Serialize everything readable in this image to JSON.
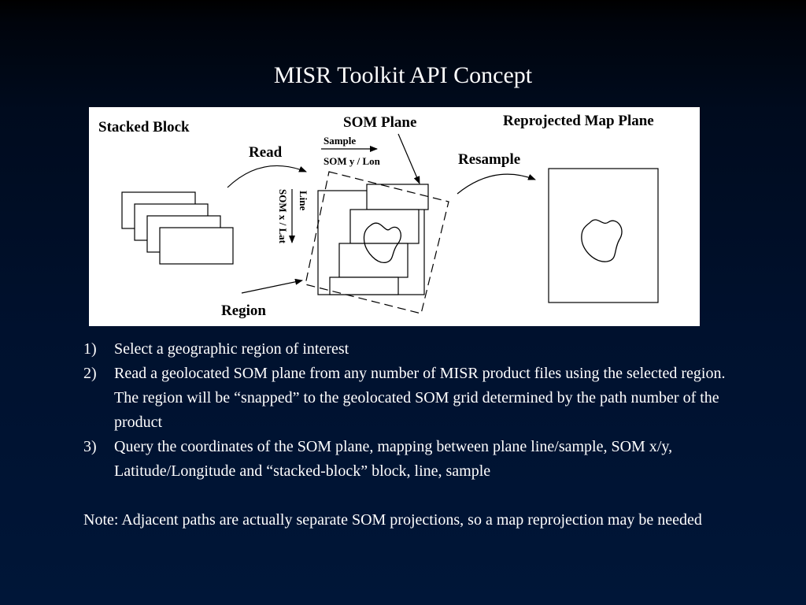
{
  "title": "MISR Toolkit API Concept",
  "diagram": {
    "stacked_block_label": "Stacked Block",
    "read_label": "Read",
    "som_plane_label": "SOM Plane",
    "sample_label": "Sample",
    "som_y_lon_label": "SOM y  /  Lon",
    "line_label": "Line",
    "som_x_lat_label": "SOM x / Lat",
    "resample_label": "Resample",
    "reprojected_label": "Reprojected Map Plane",
    "region_label": "Region"
  },
  "steps": [
    {
      "num": "1)",
      "text": "Select a geographic region of interest"
    },
    {
      "num": "2)",
      "text": "Read a geolocated SOM plane from any number of MISR product files using the selected region.  The region will be “snapped” to the geolocated SOM grid determined by the path number of the product"
    },
    {
      "num": "3)",
      "text": "Query the coordinates of the SOM plane, mapping between plane line/sample, SOM x/y, Latitude/Longitude and “stacked-block” block, line, sample"
    }
  ],
  "note": "Note: Adjacent paths are actually separate SOM projections, so a map reprojection may be needed"
}
